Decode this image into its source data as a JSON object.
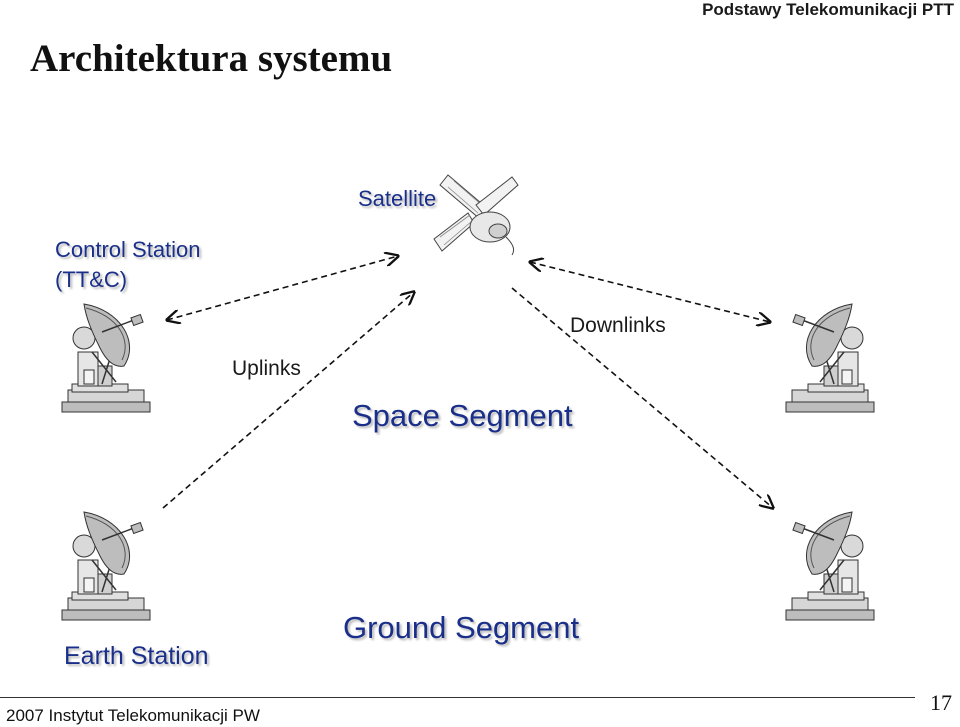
{
  "header": {
    "course_title": "Podstawy Telekomunikacji PTT"
  },
  "slide": {
    "title": "Architektura systemu"
  },
  "diagram": {
    "satellite_label": "Satellite",
    "control_station_line1": "Control Station",
    "control_station_line2": "(TT&C)",
    "uplinks_label": "Uplinks",
    "downlinks_label": "Downlinks",
    "space_segment_label": "Space Segment",
    "ground_segment_label": "Ground Segment",
    "earth_station_label": "Earth Station"
  },
  "footer": {
    "copyright": "2007  Instytut Telekomunikacji PW",
    "page_number": "17"
  }
}
